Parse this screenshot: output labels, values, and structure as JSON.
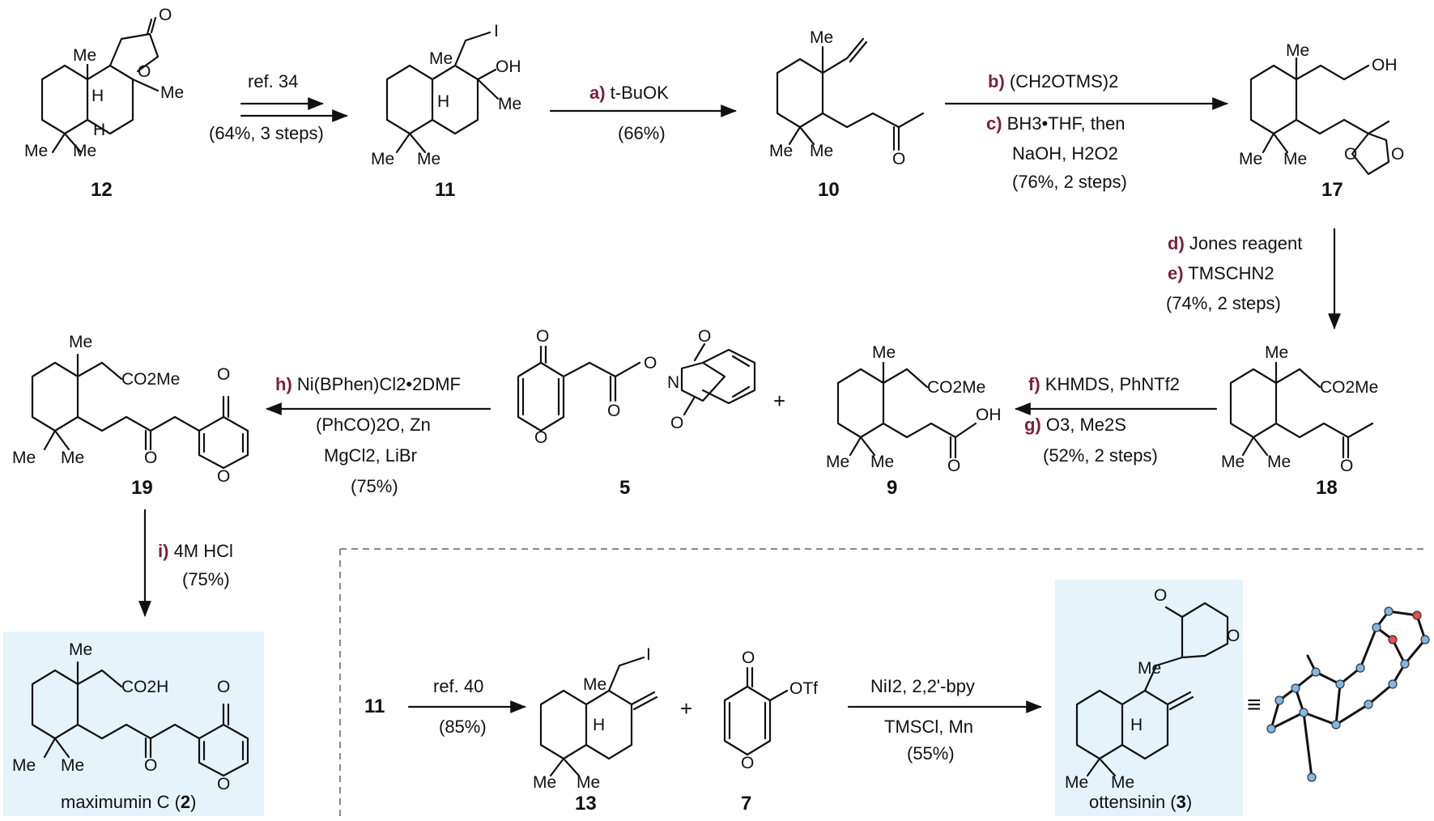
{
  "colors": {
    "step_letter": "#7b1f3a",
    "highlight_bg": "#e6f3fa",
    "bond": "#111111",
    "dashed_divider": "#888888"
  },
  "compounds": {
    "c12": "12",
    "c11": "11",
    "c10": "10",
    "c17": "17",
    "c18": "18",
    "c9": "9",
    "c5": "5",
    "c19": "19",
    "c13": "13",
    "c7": "7",
    "max_name": "maximumin C (",
    "max_num": "2",
    "max_close": ")",
    "ott_name": "ottensinin (",
    "ott_num": "3",
    "ott_close": ")",
    "start_11": "11"
  },
  "arrows": {
    "a1_top": "ref. 34",
    "a1_bottom": "(64%, 3 steps)",
    "a2_letter": "a)",
    "a2_text": " t-BuOK",
    "a2_bottom": "(66%)",
    "a3_b_letter": "b)",
    "a3_b_text": " (CH2OTMS)2",
    "a3_c_letter": "c)",
    "a3_c_text": " BH3•THF, then",
    "a3_c2": "NaOH,  H2O2",
    "a3_yield": "(76%, 2 steps)",
    "a4_d_letter": "d)",
    "a4_d_text": " Jones reagent",
    "a4_e_letter": "e)",
    "a4_e_text": " TMSCHN2",
    "a4_yield": "(74%, 2 steps)",
    "a5_f_letter": "f)",
    "a5_f_text": " KHMDS, PhNTf2",
    "a5_g_letter": "g)",
    "a5_g_text": " O3, Me2S",
    "a5_yield": "(52%, 2 steps)",
    "a6_h_letter": "h)",
    "a6_h_text": " Ni(BPhen)Cl2•2DMF",
    "a6_2": "(PhCO)2O, Zn",
    "a6_3": "MgCl2, LiBr",
    "a6_yield": "(75%)",
    "a7_i_letter": "i)",
    "a7_i_text": " 4M HCl",
    "a7_yield": "(75%)",
    "a8_top": "ref. 40",
    "a8_bottom": "(85%)",
    "a9_top": "NiI2, 2,2'-bpy",
    "a9_2": "TMSCl, Mn",
    "a9_yield": "(55%)"
  },
  "symbols": {
    "plus": "+",
    "equiv": "≡"
  },
  "atoms": {
    "Me": "Me",
    "H": "H",
    "O": "O",
    "OH": "OH",
    "I": "I",
    "N": "N",
    "CO2Me": "CO2Me",
    "CO2H": "CO2H",
    "OTf": "OTf"
  }
}
